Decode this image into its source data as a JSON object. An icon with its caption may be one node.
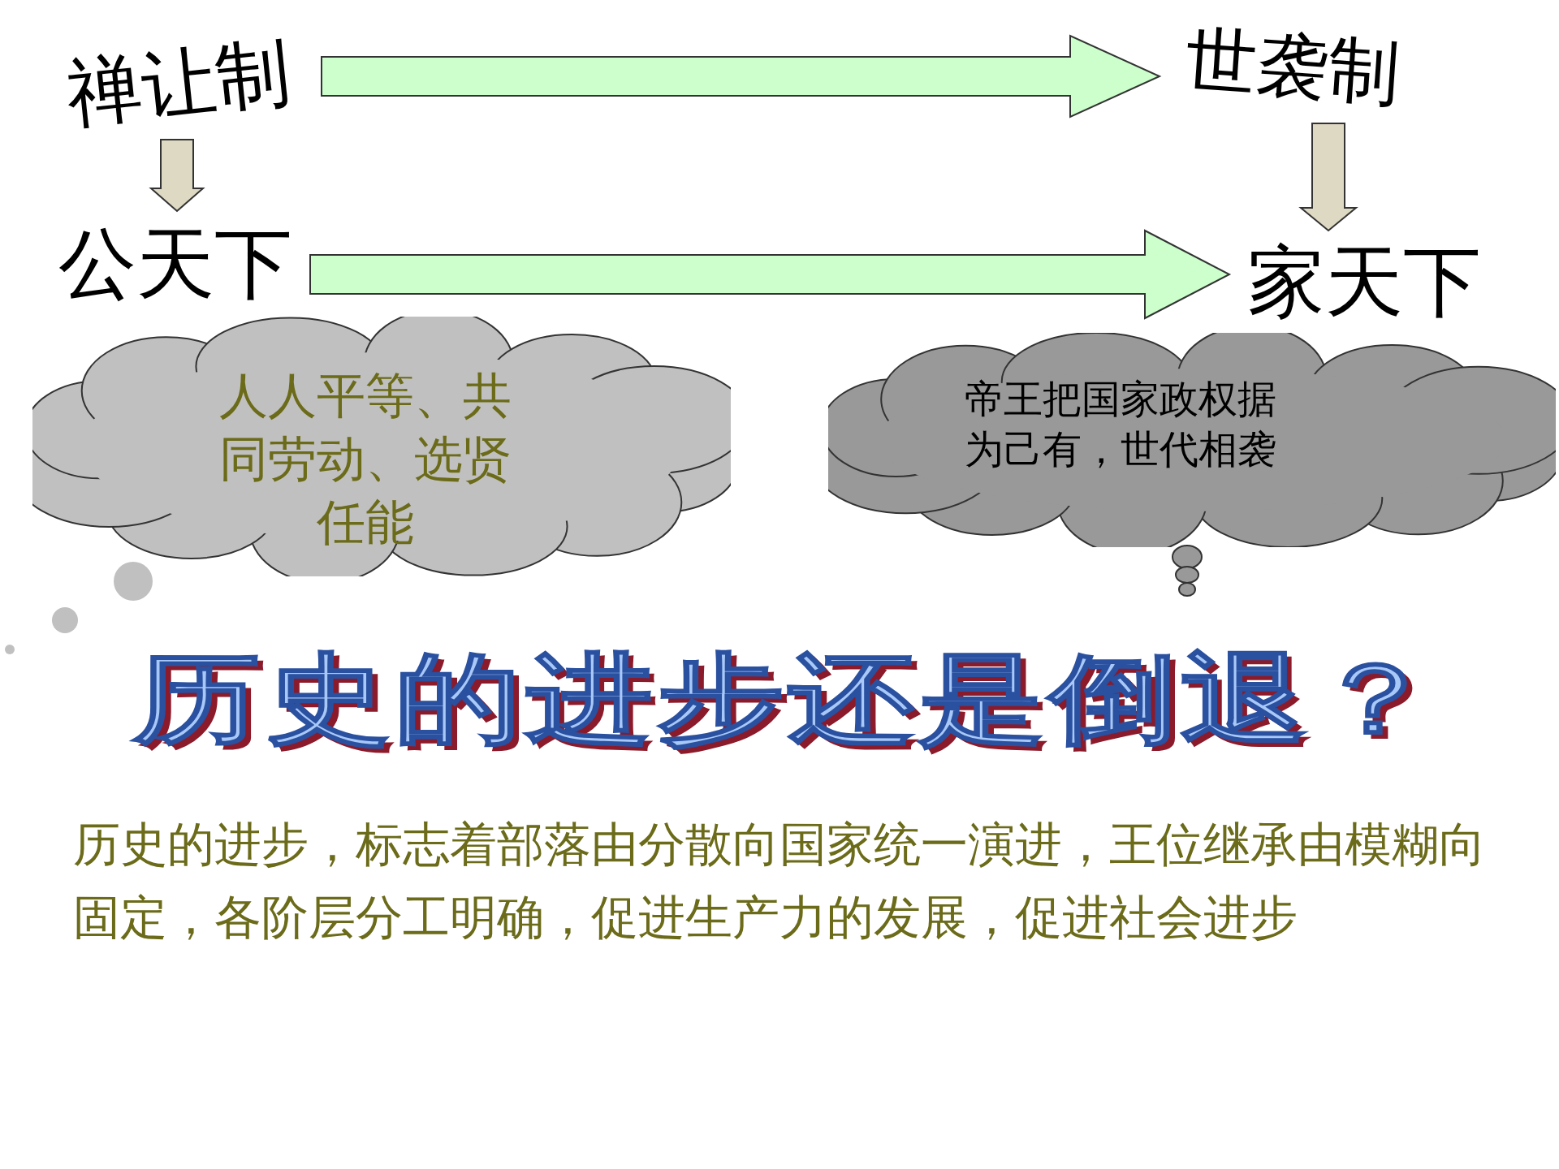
{
  "diagram": {
    "title": "历史的进步还是倒退？",
    "nodes": [
      {
        "text": [
          "禅让制"
        ]
      },
      {
        "text": [
          "世袭制"
        ]
      },
      {
        "text": [
          "公天下"
        ]
      },
      {
        "text": [
          "家天下"
        ]
      },
      {
        "text": [
          "人人平等、共同劳动、选贤任能"
        ]
      },
      {
        "text": [
          "帝王把国家政权据为己有，世代相袭"
        ]
      }
    ],
    "edges": [
      {
        "from": 0,
        "to": 1,
        "arrow": "to"
      },
      {
        "from": 2,
        "to": 3,
        "arrow": "to"
      },
      {
        "from": 0,
        "to": 2,
        "arrow": "to"
      },
      {
        "from": 1,
        "to": 3,
        "arrow": "to"
      }
    ],
    "labels": [
      "历史的进步，标志着部落由分散向国家统一演进，王位继承由模糊向固定，各阶层分工明确，促进生产力的发展，促进社会进步"
    ]
  }
}
